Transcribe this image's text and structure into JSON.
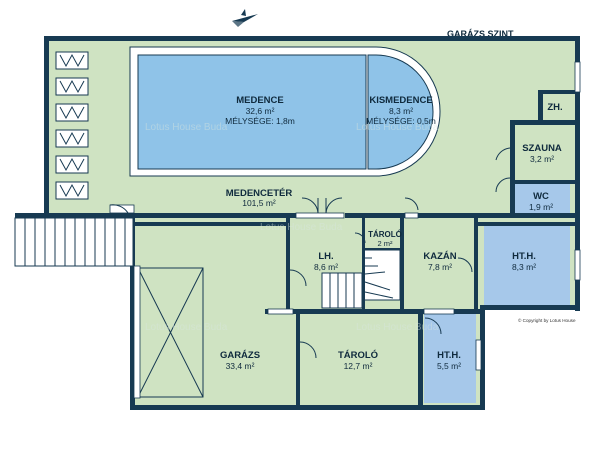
{
  "plan": {
    "level_label": "GARÁZS SZINT",
    "copyright": "© Copyright by Lotus House",
    "watermark": "Lotus House Buda",
    "compass_icon": "north-arrow-icon"
  },
  "rooms": {
    "medence": {
      "name": "MEDENCE",
      "area": "32,6 m²",
      "note": "MÉLYSÉGE: 1,8m"
    },
    "kismedence": {
      "name": "KISMEDENCE",
      "area": "8,3 m²",
      "note": "MÉLYSÉGE: 0,5m"
    },
    "medenceter": {
      "name": "MEDENCETÉR",
      "area": "101,5 m²"
    },
    "zh": {
      "name": "ZH."
    },
    "szauna": {
      "name": "SZAUNA",
      "area": "3,2 m²"
    },
    "wc": {
      "name": "WC",
      "area": "1,9 m²"
    },
    "tarolo_small": {
      "name": "TÁROLÓ",
      "area": "2 m²"
    },
    "lh": {
      "name": "LH.",
      "area": "8,6 m²"
    },
    "kazan": {
      "name": "KAZÁN",
      "area": "7,8 m²"
    },
    "hth_upper": {
      "name": "HT.H.",
      "area": "8,3 m²"
    },
    "garazs": {
      "name": "GARÁZS",
      "area": "33,4 m²"
    },
    "tarolo": {
      "name": "TÁROLÓ",
      "area": "12,7 m²"
    },
    "hth_lower": {
      "name": "HT.H.",
      "area": "5,5 m²"
    }
  },
  "colors": {
    "wall": "#173a52",
    "floor": "#cfe3c2",
    "water": "#8fc3e8",
    "blue_room": "#a6c8ea",
    "white": "#ffffff"
  }
}
